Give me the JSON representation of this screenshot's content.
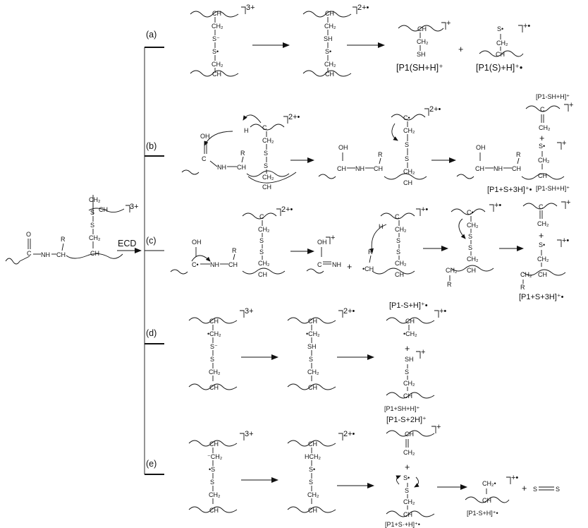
{
  "center": {
    "charge": "3+",
    "process_label": "ECD",
    "atoms": {
      "O": "O",
      "C": "C",
      "NH": "NH",
      "CH": "CH",
      "R": "R",
      "CH_top": "CH",
      "CH2_a": "CH₂",
      "S1": "S",
      "S2": "S",
      "CH2_b": "CH₂",
      "CH_bot": "CH"
    }
  },
  "branches": {
    "a": {
      "label": "(a)",
      "s1": {
        "charge": "3+",
        "atoms": [
          "CH",
          "CH₂",
          "S⁻",
          "S•",
          "CH₂",
          "CH"
        ]
      },
      "s2": {
        "charge": "2+•",
        "atoms": [
          "CH",
          "CH₂",
          "SH",
          "S•",
          "CH₂",
          "CH"
        ]
      },
      "p1": {
        "charge": "+",
        "atoms": [
          "CH",
          "CH₂",
          "SH"
        ],
        "label": "[P1(SH+H]⁺"
      },
      "plus": "+",
      "p2": {
        "charge": "+•",
        "atoms": [
          "S•",
          "CH₂",
          "CH"
        ],
        "label": "[P1(S)+H]⁺•"
      }
    },
    "b": {
      "label": "(b)",
      "s1": {
        "charge": "2+•",
        "atoms": [
          "OH",
          "C",
          "NH",
          "CH",
          "R",
          "H",
          "C",
          "CH₂",
          "S",
          "S",
          "CH₂",
          "CH"
        ]
      },
      "s2": {
        "charge": "2+•",
        "atoms": [
          "OH",
          "CH",
          "NH",
          "CH",
          "R",
          "C•",
          "CH₂",
          "S",
          "S",
          "CH₂",
          "CH"
        ]
      },
      "p1": {
        "charge": "+",
        "atoms": [
          "C",
          "CH₂"
        ],
        "label": "[P1-SH+H]⁺"
      },
      "plus": "+",
      "p2": {
        "charge": "+",
        "atoms": [
          "OH",
          "CH",
          "NH",
          "CH",
          "R",
          "S•",
          "CH₂",
          "CH"
        ],
        "label": "[P1+S+3H]⁺•"
      }
    },
    "c": {
      "label": "(c)",
      "s1": {
        "charge": "2+•",
        "atoms": [
          "OH",
          "C•",
          "NH",
          "CH",
          "R",
          "C",
          "CH₂",
          "S",
          "S",
          "CH₂",
          "CH"
        ]
      },
      "frag": {
        "charge": "+",
        "atoms": [
          "OH",
          "C",
          "NH"
        ],
        "plus": "+"
      },
      "s2": {
        "charge": "+•",
        "atoms": [
          "•CH",
          "R",
          "H",
          "C",
          "CH₂",
          "S",
          "S",
          "CH₂",
          "CH"
        ]
      },
      "s3": {
        "charge": "+•",
        "atoms": [
          "C•",
          "CH₂",
          "S",
          "S",
          "CH₂",
          "CH",
          "CH₂",
          "R"
        ]
      },
      "p1": {
        "charge": "+",
        "atoms": [
          "C",
          "CH₂"
        ],
        "label": "[P1-SH+H]⁺"
      },
      "plus": "+",
      "p2": {
        "charge": "+•",
        "atoms": [
          "S•",
          "CH₂",
          "CH",
          "CH₂",
          "R"
        ],
        "label": "[P1+S+3H]⁺•"
      }
    },
    "d": {
      "label": "(d)",
      "s1": {
        "charge": "3+",
        "atoms": [
          "CH",
          "•CH₂",
          "S⁻",
          "S",
          "CH₂",
          "CH"
        ]
      },
      "s2": {
        "charge": "2+•",
        "atoms": [
          "CH",
          "•CH₂",
          "SH",
          "S",
          "CH₂",
          "CH"
        ]
      },
      "p_top_label": "[P1-S+H]⁺•",
      "p1": {
        "charge": "+•",
        "atoms": [
          "CH",
          "•CH₂"
        ]
      },
      "plus": "+",
      "p2": {
        "charge": "+",
        "atoms": [
          "SH",
          "S",
          "CH₂",
          "CH"
        ],
        "label": "[P1+SH+H]⁺"
      }
    },
    "e": {
      "label": "(e)",
      "s1": {
        "charge": "3+",
        "atoms": [
          "CH",
          "⁻CH₂",
          "•S",
          "S",
          "CH₂",
          "CH"
        ]
      },
      "s2": {
        "charge": "2+•",
        "atoms": [
          "CH",
          "HCH₂",
          "S•",
          "S",
          "CH₂",
          "CH"
        ]
      },
      "p_top_label": "[P1-S+2H]⁺",
      "p1": {
        "charge": "+",
        "atoms": [
          "CH",
          "CH₂"
        ]
      },
      "plus": "+",
      "p2": {
        "atoms": [
          "S•",
          "S",
          "CH₂",
          "CH"
        ],
        "label": "[P1+S·+H]⁺•"
      },
      "p3": {
        "charge": "+•",
        "atoms": [
          "CH₂•",
          "CH"
        ],
        "label": "[P1-S+H]⁺•"
      },
      "plus2": "+",
      "s2_mol": {
        "atoms": [
          "S",
          "S"
        ]
      }
    }
  }
}
